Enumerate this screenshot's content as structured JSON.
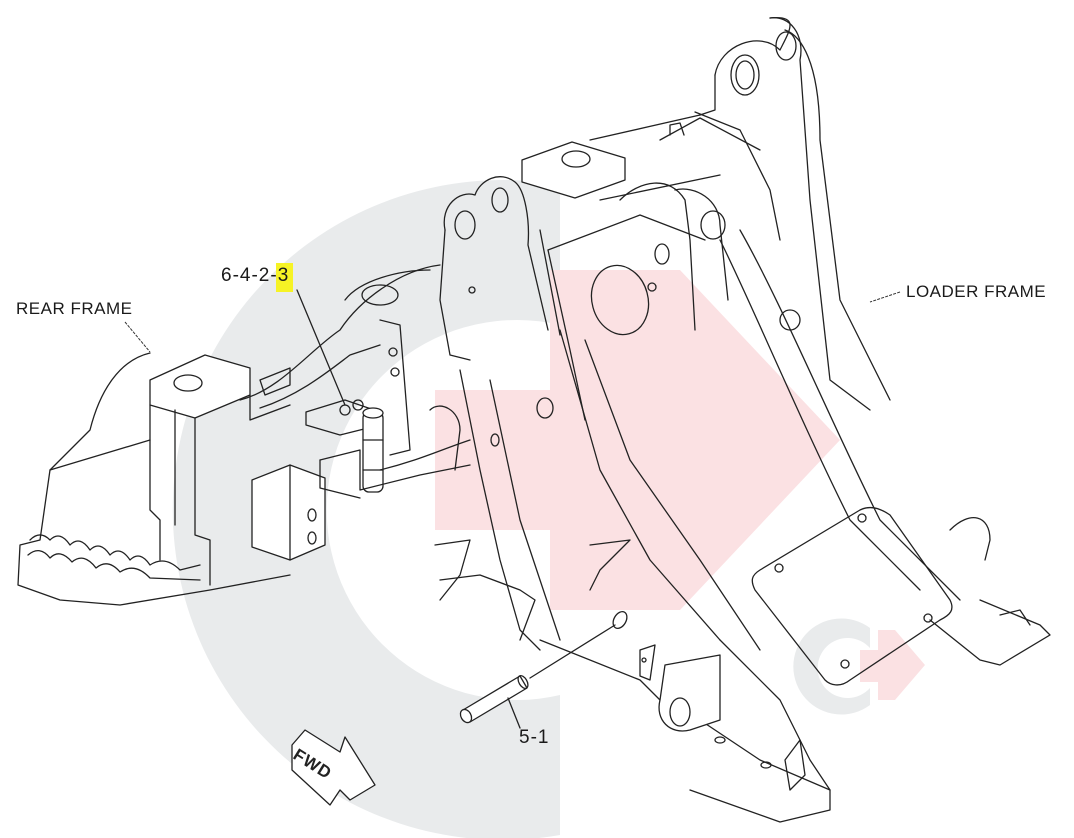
{
  "labels": {
    "rear_frame": "REAR FRAME",
    "loader_frame": "LOADER FRAME"
  },
  "callouts": [
    {
      "prefix": "6-4-2-",
      "highlighted": "3",
      "highlight_color": "#f6f325"
    },
    {
      "text": "5-1"
    }
  ],
  "direction_arrow": {
    "text": "FWD"
  },
  "watermark": {
    "icon": "brand-logo-watermark",
    "gray": "#e9ebec",
    "red": "#fbe1e3"
  }
}
